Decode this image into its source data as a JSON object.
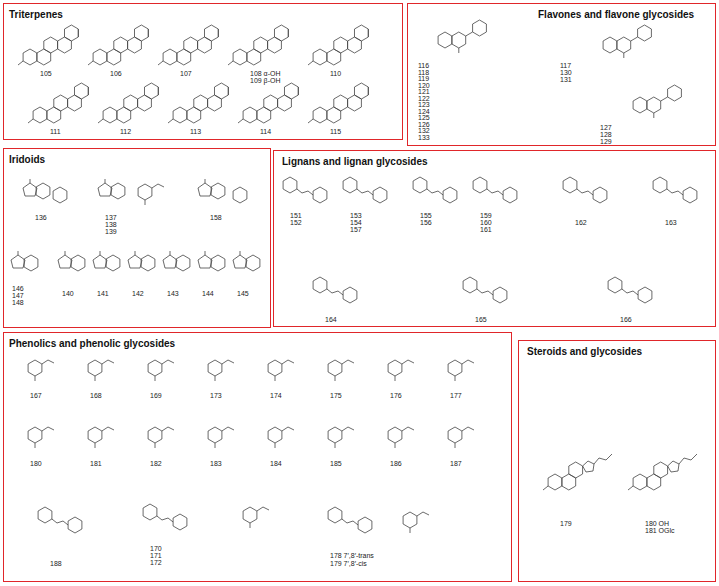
{
  "diagram": {
    "nodes": [
      {
        "text": [
          "Triterpenes"
        ]
      },
      {
        "text": [
          "Flavones and flavone glycosides"
        ]
      },
      {
        "text": [
          "Iridoids"
        ]
      },
      {
        "text": [
          "Lignans and lignan glycosides"
        ]
      },
      {
        "text": [
          "Phenolics and phenolic glycosides"
        ]
      },
      {
        "text": [
          "Steroids and glycosides"
        ]
      }
    ],
    "labels": [
      "105",
      "106",
      "107",
      "108 α-OH",
      "109 β-OH",
      "110",
      "111",
      "112",
      "113",
      "114",
      "115",
      "116",
      "118",
      "119",
      "120",
      "121",
      "122",
      "123",
      "124",
      "125",
      "126",
      "132",
      "133",
      "117",
      "130",
      "131",
      "127",
      "128",
      "129",
      "136",
      "137",
      "138",
      "139",
      "158",
      "146",
      "147",
      "148",
      "140",
      "141",
      "142",
      "143",
      "144",
      "145",
      "151",
      "152",
      "153",
      "154",
      "157",
      "155",
      "156",
      "159",
      "160",
      "161",
      "162",
      "163",
      "164",
      "165",
      "166",
      "167",
      "168",
      "169",
      "173",
      "174",
      "175",
      "176",
      "177",
      "180",
      "181",
      "182",
      "183",
      "184",
      "185",
      "186",
      "187",
      "188",
      "170",
      "171",
      "172",
      "178 7′,8′-trans",
      "179 7′,8′-cis",
      "179",
      "180 OH",
      "181 OGlc"
    ]
  }
}
